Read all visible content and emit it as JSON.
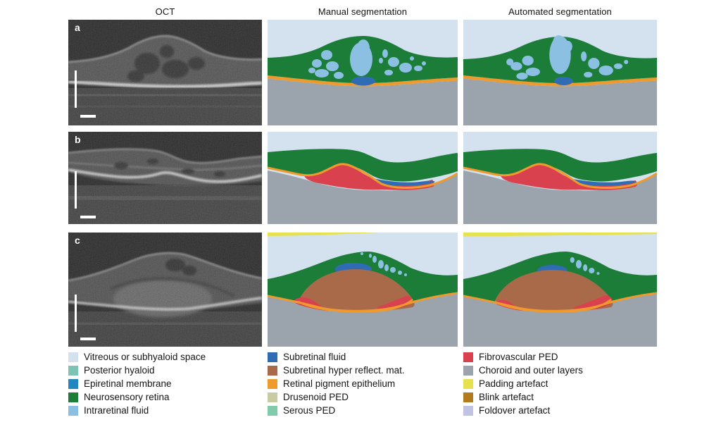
{
  "headers": {
    "oct": "OCT",
    "manual": "Manual segmentation",
    "automated": "Automated segmentation"
  },
  "rows": [
    {
      "label": "a"
    },
    {
      "label": "b"
    },
    {
      "label": "c"
    }
  ],
  "colors": {
    "vitreous": "#d3e2ee",
    "posterior_hyaloid": "#7ec4b4",
    "epiretinal_membrane": "#2088be",
    "neurosensory_retina": "#1b7d38",
    "intraretinal_fluid": "#8cc0e2",
    "subretinal_fluid": "#2f6cb4",
    "subretinal_hyper_reflect": "#a96a4a",
    "rpe": "#ef9a2d",
    "drusenoid_ped": "#c9cba3",
    "serous_ped": "#7fcbab",
    "fibrovascular_ped": "#d8414d",
    "choroid": "#9ba4ac",
    "padding_artefact": "#e6e14e",
    "blink_artefact": "#b27b20",
    "foldover_artefact": "#c2c3e3",
    "oct_background": "#060606"
  },
  "legend": {
    "columns": [
      {
        "items": [
          {
            "key": "vitreous",
            "label": "Vitreous or subhyaloid space"
          },
          {
            "key": "posterior_hyaloid",
            "label": "Posterior hyaloid"
          },
          {
            "key": "epiretinal_membrane",
            "label": "Epiretinal membrane"
          },
          {
            "key": "neurosensory_retina",
            "label": "Neurosensory retina"
          },
          {
            "key": "intraretinal_fluid",
            "label": "Intraretinal fluid"
          }
        ]
      },
      {
        "items": [
          {
            "key": "subretinal_fluid",
            "label": "Subretinal fluid"
          },
          {
            "key": "subretinal_hyper_reflect",
            "label": "Subretinal hyper reflect. mat."
          },
          {
            "key": "rpe",
            "label": "Retinal pigment epithelium"
          },
          {
            "key": "drusenoid_ped",
            "label": "Drusenoid PED"
          },
          {
            "key": "serous_ped",
            "label": "Serous PED"
          }
        ]
      },
      {
        "items": [
          {
            "key": "fibrovascular_ped",
            "label": "Fibrovascular PED"
          },
          {
            "key": "choroid",
            "label": "Choroid and outer layers"
          },
          {
            "key": "padding_artefact",
            "label": "Padding artefact"
          },
          {
            "key": "blink_artefact",
            "label": "Blink artefact"
          },
          {
            "key": "foldover_artefact",
            "label": "Foldover artefact"
          }
        ]
      }
    ]
  }
}
